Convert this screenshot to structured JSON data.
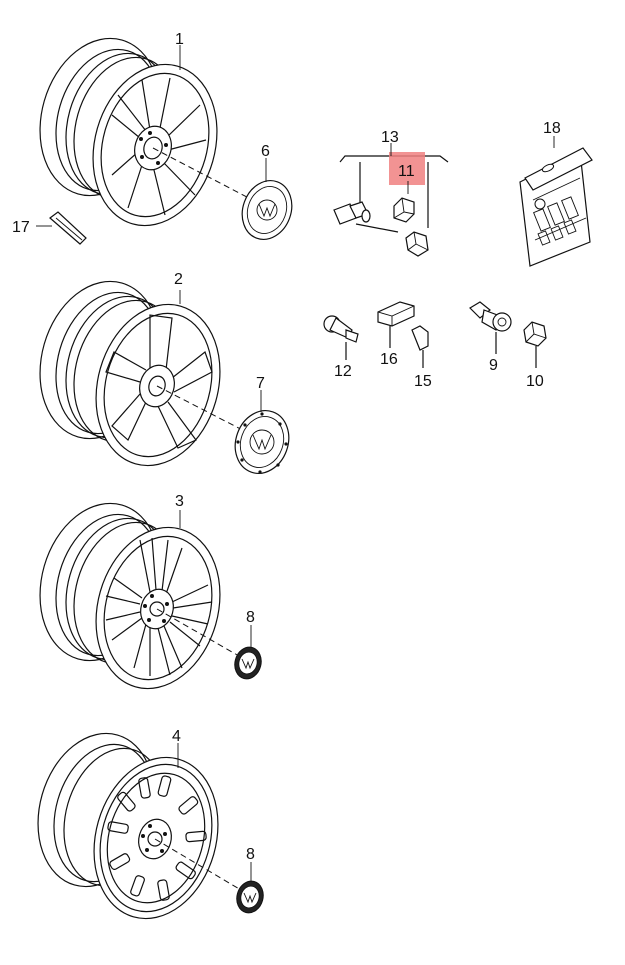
{
  "diagram": {
    "callouts": {
      "c1": "1",
      "c2": "2",
      "c3": "3",
      "c4": "4",
      "c6": "6",
      "c7": "7",
      "c8a": "8",
      "c8b": "8",
      "c9": "9",
      "c10": "10",
      "c11": "11",
      "c12": "12",
      "c13": "13",
      "c15": "15",
      "c16": "16",
      "c17": "17",
      "c18": "18"
    },
    "highlight_color": "#f08080",
    "logo_text": "VW"
  }
}
